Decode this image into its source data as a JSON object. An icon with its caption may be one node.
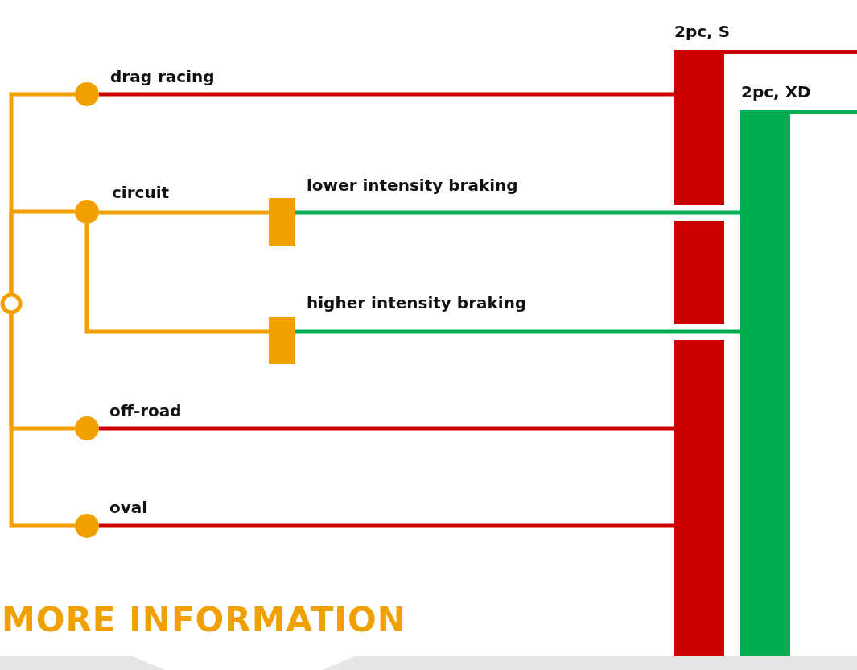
{
  "diagram": {
    "nodes": [
      {
        "text": [],
        "shape": "circle"
      },
      {
        "text": [
          "drag racing"
        ]
      },
      {
        "text": [
          "circuit"
        ]
      },
      {
        "text": [
          "off-road"
        ]
      },
      {
        "text": [
          "oval"
        ]
      },
      {
        "text": [
          "lower intensity braking"
        ]
      },
      {
        "text": [
          "higher intensity braking"
        ]
      },
      {
        "text": [
          "2pc, S"
        ]
      },
      {
        "text": [
          "2pc, XD"
        ]
      }
    ],
    "edges": [
      {
        "from": 0,
        "to": 1,
        "arrow": "none"
      },
      {
        "from": 0,
        "to": 2,
        "arrow": "none"
      },
      {
        "from": 0,
        "to": 3,
        "arrow": "none"
      },
      {
        "from": 0,
        "to": 4,
        "arrow": "none"
      },
      {
        "from": 2,
        "to": 5,
        "arrow": "none"
      },
      {
        "from": 2,
        "to": 6,
        "arrow": "none"
      },
      {
        "from": 1,
        "to": 7,
        "arrow": "none",
        "color": "#cc0000"
      },
      {
        "from": 3,
        "to": 7,
        "arrow": "none",
        "color": "#cc0000"
      },
      {
        "from": 4,
        "to": 7,
        "arrow": "none",
        "color": "#cc0000"
      },
      {
        "from": 5,
        "to": 8,
        "arrow": "none",
        "color": "#00ad50"
      },
      {
        "from": 6,
        "to": 8,
        "arrow": "none",
        "color": "#00ad50"
      },
      {
        "from": 7,
        "to": null,
        "arrow": "none",
        "color": "#cc0000"
      },
      {
        "from": 8,
        "to": null,
        "arrow": "none",
        "color": "#00ad50"
      }
    ],
    "labels": [
      "MORE INFORMATION"
    ]
  }
}
